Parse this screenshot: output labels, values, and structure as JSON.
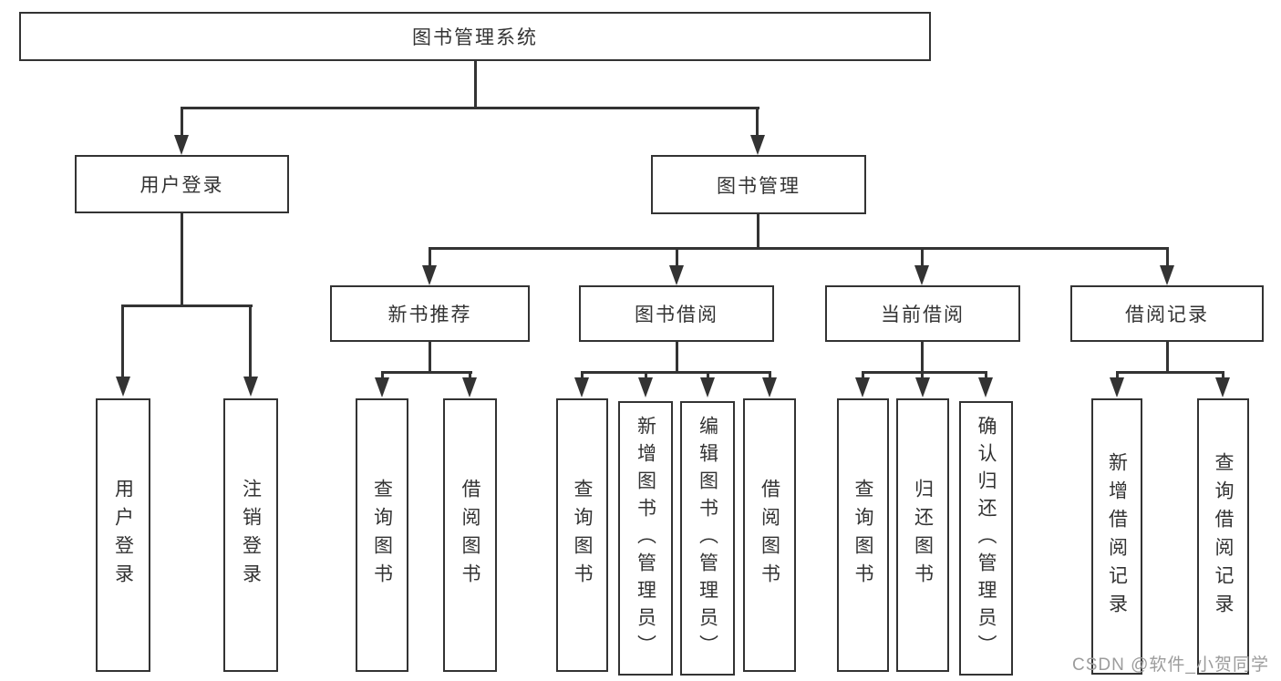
{
  "nodes": {
    "root": "图书管理系统",
    "user_login": "用户登录",
    "book_management": "图书管理",
    "new_book_recommend": "新书推荐",
    "book_borrow": "图书借阅",
    "current_borrow": "当前借阅",
    "borrow_record": "借阅记录",
    "leaf_login": "用户登录",
    "leaf_logout": "注销登录",
    "leaf_nb_query_book": "查询图书",
    "leaf_nb_borrow_book": "借阅图书",
    "leaf_bb_query_book": "查询图书",
    "leaf_bb_add_book": "新增图书（管理员）",
    "leaf_bb_edit_book": "编辑图书（管理员）",
    "leaf_bb_borrow_book": "借阅图书",
    "leaf_cb_query_book": "查询图书",
    "leaf_cb_return_book": "归还图书",
    "leaf_cb_confirm_return": "确认归还（管理员）",
    "leaf_br_add_record": "新增借阅记录",
    "leaf_br_query_record": "查询借阅记录"
  },
  "watermark": "CSDN @软件_小贺同学",
  "colors": {
    "line": "#333333",
    "text": "#333333",
    "watermark": "#9c9c9c",
    "background": "#ffffff"
  }
}
